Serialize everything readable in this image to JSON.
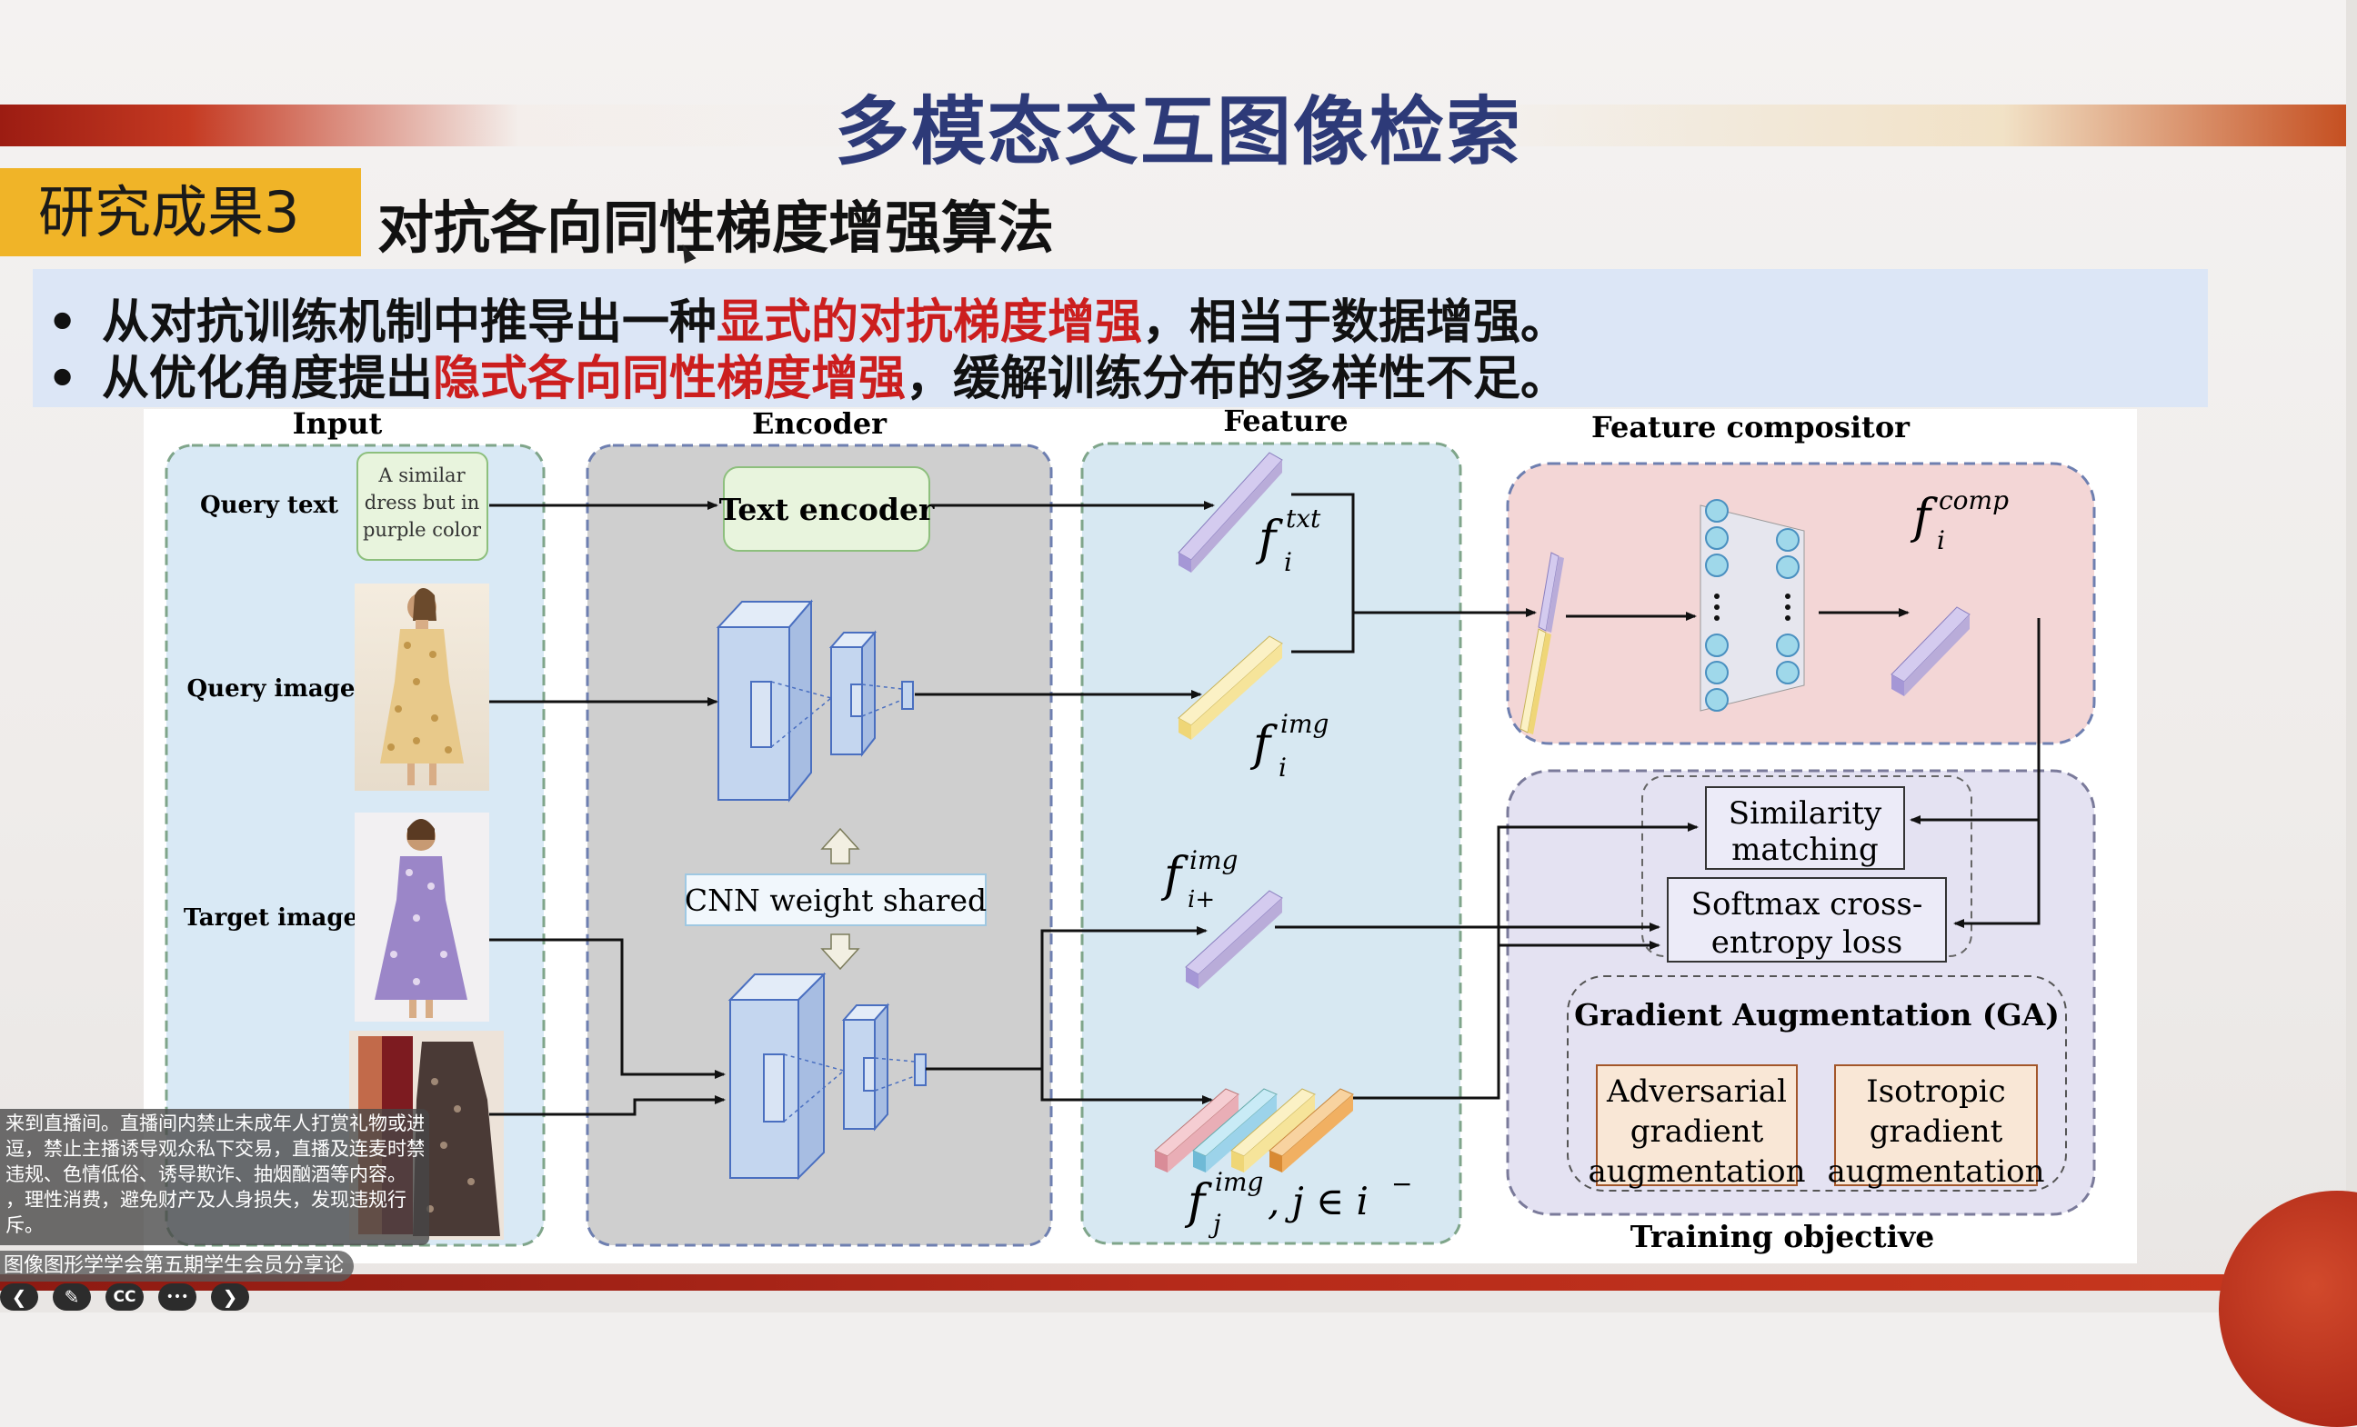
{
  "slide": {
    "title": "多模态交互图像检索",
    "result_tag": "研究成果3",
    "subtitle": "对抗各向同性梯度增强算法",
    "bullets": [
      {
        "pre": "从对抗训练机制中推导出一种",
        "highlight": "显式的对抗梯度增强",
        "post": "，相当于数据增强。"
      },
      {
        "pre": "从优化角度提出",
        "highlight": "隐式各向同性梯度增强",
        "post": "，缓解训练分布的多样性不足。"
      }
    ],
    "bullet_symbol": "•"
  },
  "diagram": {
    "sections": {
      "input": "Input",
      "encoder": "Encoder",
      "feature": "Feature",
      "compositor": "Feature compositor"
    },
    "labels": {
      "query_text": "Query text",
      "query_text_content": [
        "A similar",
        "dress but in",
        "purple color"
      ],
      "query_image": "Query image",
      "target_image": "Target image",
      "text_encoder": "Text encoder",
      "cnn_shared": "CNN weight shared",
      "similarity": [
        "Similarity",
        "matching"
      ],
      "softmax": [
        "Softmax cross-",
        "entropy loss"
      ],
      "ga_title": "Gradient Augmentation (GA)",
      "adversarial": [
        "Adversarial",
        "gradient",
        "augmentation"
      ],
      "isotropic": [
        "Isotropic",
        "gradient",
        "augmentation"
      ],
      "training_objective": "Training objective"
    },
    "math": {
      "f_txt": {
        "base": "f",
        "sub": "i",
        "sup": "txt"
      },
      "f_img": {
        "base": "f",
        "sub": "i",
        "sup": "img"
      },
      "f_pos": {
        "base": "f",
        "sub": "i+",
        "sup": "img"
      },
      "f_neg": {
        "base": "f",
        "sub": "j",
        "sup": "img",
        "suffix": ", j ∈ i",
        "suffix_sup": "−"
      },
      "f_comp": {
        "base": "f",
        "sub": "i",
        "sup": "comp"
      }
    },
    "colors": {
      "input_bg": "#d9e9f5",
      "encoder_bg": "#cfcfcf",
      "feature_bg": "#d7e8f2",
      "compositor_bg": "#f3d6d6",
      "training_bg": "#e4e2f2",
      "purple_bar": "#b9acd9",
      "yellow_bar": "#f6e49a",
      "pink_bar": "#e9aeb6",
      "blue_bar": "#9cd3ea",
      "orange_bar": "#f1b062",
      "cnn_block": "#c4d6ef"
    }
  },
  "overlay": {
    "chat_lines": [
      "来到直播间。直播间内禁止未成年人打赏礼物或进",
      "逗，禁止主播诱导观众私下交易，直播及连麦时禁",
      "违规、色情低俗、诱导欺诈、抽烟酗酒等内容。",
      "，理性消费，避免财产及人身损失，发现违规行",
      "斥。"
    ],
    "forum_caption": "图像图形学学会第五期学生会员分享论坛",
    "controls": [
      "❮",
      "✎",
      "CC",
      "•••",
      "❯"
    ]
  }
}
